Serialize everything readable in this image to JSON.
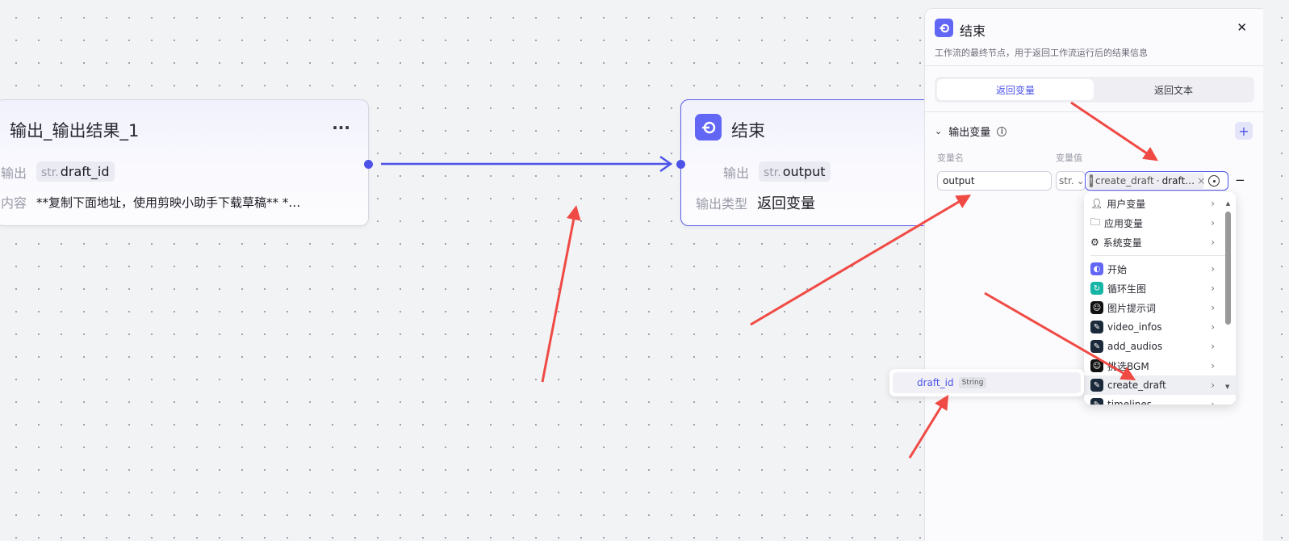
{
  "nodes": {
    "output_node": {
      "title": "输出_输出结果_1",
      "more": "···",
      "output_label": "输出",
      "output_type": "str.",
      "output_var": "draft_id",
      "content_label": "内容",
      "content_value": "**复制下面地址，使用剪映小助手下载草稿** *…"
    },
    "end_node": {
      "title": "结束",
      "output_label": "输出",
      "output_type": "str.",
      "output_var": "output",
      "type_label": "输出类型",
      "type_value": "返回变量"
    }
  },
  "panel": {
    "title": "结束",
    "close": "✕",
    "description": "工作流的最终节点，用于返回工作流运行后的结果信息",
    "tabs": [
      "返回变量",
      "返回文本"
    ],
    "section": "输出变量",
    "add": "+",
    "col_name": "变量名",
    "col_value": "变量值",
    "var_name": "output",
    "var_type": "str.",
    "ref_node": "create_draft",
    "ref_sep": "·",
    "ref_var": "draft…",
    "clear": "×",
    "remove": "−"
  },
  "dropdown": {
    "groups": [
      "用户变量",
      "应用变量",
      "系统变量"
    ],
    "nodes": [
      "开始",
      "循环生图",
      "图片提示词",
      "video_infos",
      "add_audios",
      "挑选BGM",
      "create_draft",
      "timelines"
    ],
    "selected": "create_draft"
  },
  "popup": {
    "var": "draft_id",
    "type": "String"
  },
  "colors": {
    "accent": "#4d53e8",
    "annotation": "#f04a45"
  }
}
